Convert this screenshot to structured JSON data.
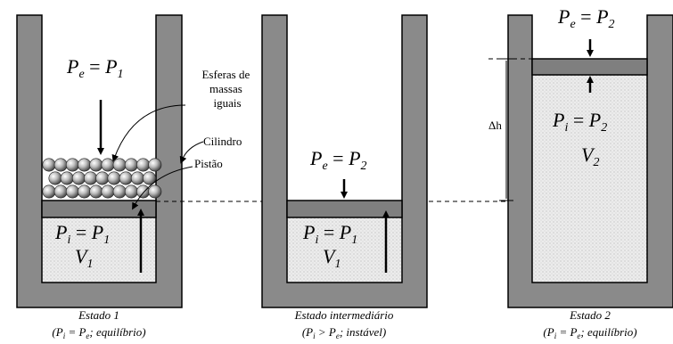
{
  "state1": {
    "pe": "P",
    "pe_sub": "e",
    "p1": "P",
    "p1_sub": "1",
    "pi": "P",
    "pi_sub": "i",
    "v": "V",
    "v_sub": "1",
    "caption_title": "Estado 1",
    "caption_p1": "P",
    "caption_p1_sub": "i",
    "caption_mid": " = P",
    "caption_p2_sub": "e",
    "caption_tail": "; equilíbrio)",
    "caption_open": "("
  },
  "labels": {
    "spheres_line1": "Esferas de",
    "spheres_line2": "massas",
    "spheres_line3": "iguais",
    "cylinder": "Cilindro",
    "piston": "Pistão",
    "delta_h": "Δh"
  },
  "state_mid": {
    "pe": "P",
    "pe_sub": "e",
    "p2": "P",
    "p2_sub": "2",
    "pi": "P",
    "pi_sub": "i",
    "p1": "P",
    "p1_sub": "1",
    "v": "V",
    "v_sub": "1",
    "caption_title": "Estado intermediário",
    "caption_open": "(",
    "caption_p1": "P",
    "caption_p1_sub": "i",
    "caption_mid": " >  P",
    "caption_p2_sub": "e",
    "caption_tail": "; instável)"
  },
  "state2": {
    "pe": "P",
    "pe_sub": "e",
    "p2": "P",
    "p2_sub": "2",
    "pi": "P",
    "pi_sub": "i",
    "p2b": "P",
    "p2b_sub": "2",
    "v": "V",
    "v_sub": "2",
    "caption_title": "Estado 2",
    "caption_open": "(",
    "caption_p1": "P",
    "caption_p1_sub": "i",
    "caption_mid": " = P",
    "caption_p2_sub": "e",
    "caption_tail": "; equilíbrio)"
  },
  "colors": {
    "wall": "#8a8a8a",
    "piston": "#7f7f7f",
    "gas": "#e6e6e6",
    "stroke": "#000000"
  }
}
